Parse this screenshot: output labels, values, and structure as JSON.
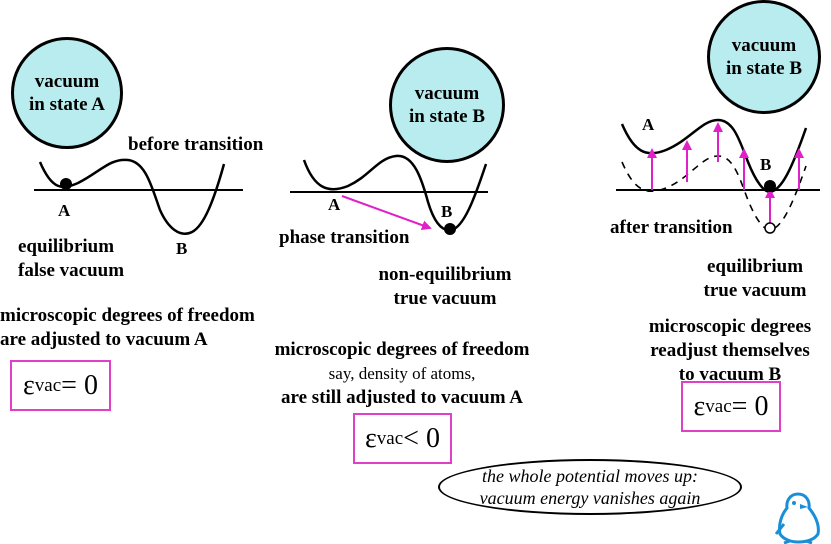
{
  "panel1": {
    "circle_line1": "vacuum",
    "circle_line2": "in state A",
    "caption": "before transition",
    "label_a": "A",
    "label_b": "B",
    "state_line1": "equilibrium",
    "state_line2": "false vacuum",
    "micro_line1": "microscopic degrees of freedom",
    "micro_line2": "are adjusted to vacuum A",
    "eq_symbol": "ε",
    "eq_sub": "vac",
    "eq_rest": " = 0"
  },
  "panel2": {
    "circle_line1": "vacuum",
    "circle_line2": "in state B",
    "label_a": "A",
    "label_b": "B",
    "arrow_label": "phase transition",
    "state_line1": "non-equilibrium",
    "state_line2": "true vacuum",
    "micro_line1": "microscopic degrees of freedom",
    "micro_line2": "say, density of atoms,",
    "micro_line3": "are still adjusted to vacuum A",
    "eq_symbol": "ε",
    "eq_sub": "vac",
    "eq_rest": " < 0"
  },
  "panel3": {
    "circle_line1": "vacuum",
    "circle_line2": "in state B",
    "label_a": "A",
    "label_b": "B",
    "caption": "after transition",
    "state_line1": "equilibrium",
    "state_line2": "true vacuum",
    "micro_line1": "microscopic degrees",
    "micro_line2": "readjust themselves",
    "micro_line3": "to vacuum B",
    "eq_symbol": "ε",
    "eq_sub": "vac",
    "eq_rest": " = 0"
  },
  "note": {
    "line1": "the whole potential moves up:",
    "line2": "vacuum energy vanishes again"
  },
  "colors": {
    "circle_fill": "#b8ecee",
    "arrow": "#e020c8",
    "box_border": "#e040c8",
    "logo": "#1a8fd8"
  },
  "icons": {
    "logo": "penguin-logo-icon"
  }
}
